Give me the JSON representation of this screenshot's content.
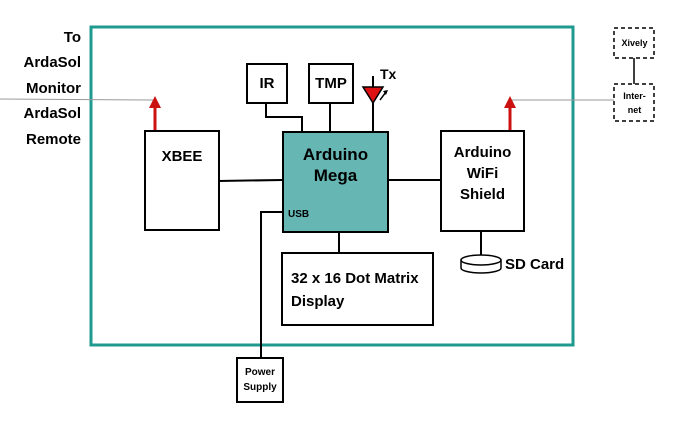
{
  "left_labels": [
    "To",
    "ArdaSol",
    "Monitor",
    "ArdaSol",
    "Remote"
  ],
  "blocks": {
    "ir": "IR",
    "tmp": "TMP",
    "tx": "Tx",
    "xbee": "XBEE",
    "arduino_mega": [
      "Arduino",
      "Mega"
    ],
    "usb": "USB",
    "wifi_shield": [
      "Arduino",
      "WiFi",
      "Shield"
    ],
    "sd_card": "SD Card",
    "display": [
      "32 x 16 Dot Matrix",
      "Display"
    ],
    "power_supply": [
      "Power",
      "Supply"
    ],
    "xively": "Xively",
    "internet": [
      "Inter-",
      "net"
    ]
  },
  "colors": {
    "frame": "#1f9a8f",
    "mega_fill": "#66b7b4",
    "arrow": "#cc1111",
    "tx_fill": "#dd1111"
  }
}
